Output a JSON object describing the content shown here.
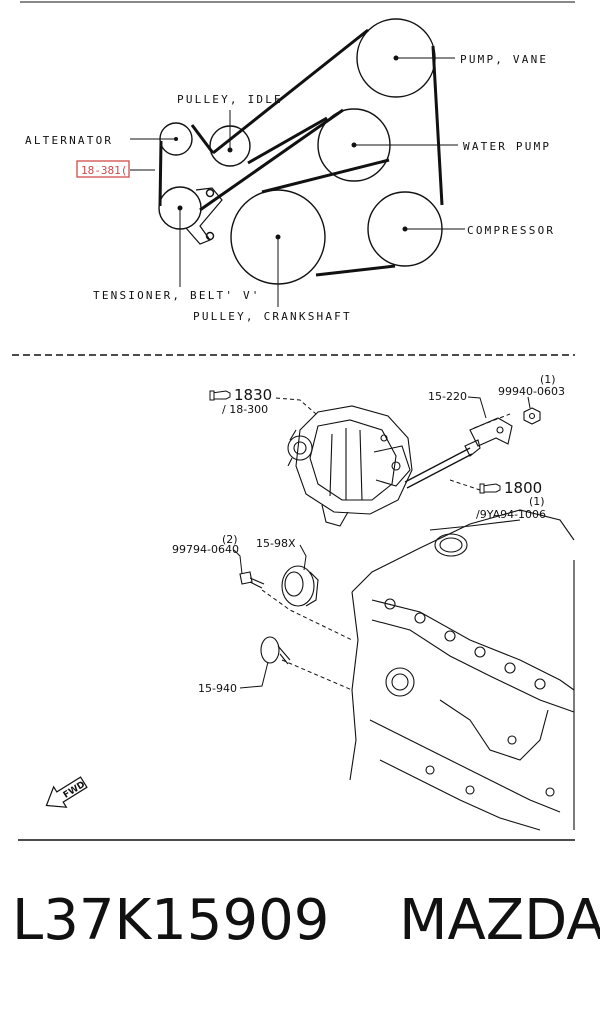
{
  "belt_diagram": {
    "labels": {
      "pump_vane": "PUMP, VANE",
      "pulley_idle": "PULLEY, IDLE",
      "alternator": "ALTERNATOR",
      "water_pump": "WATER PUMP",
      "ref": "18-381(",
      "compressor": "COMPRESSOR",
      "tensioner": "TENSIONER, BELT' V'",
      "crankshaft": "PULLEY, CRANKSHAFT"
    },
    "highlight_color": "#d04a4a"
  },
  "exploded_diagram": {
    "callouts": {
      "c1830": "1830",
      "c18300": "/ 18-300",
      "c15220": "15-220",
      "c99940_qty": "(1)",
      "c99940": "99940-0603",
      "c1800": "1800",
      "c9ya94_qty": "(1)",
      "c9ya94": "/9YA94-1006",
      "c99794_qty": "(2)",
      "c99794": "99794-0640",
      "c1598x": "15-98X",
      "c15940": "15-940",
      "fwd": "FWD"
    }
  },
  "footer": {
    "part_number": "L37K15909",
    "brand": "MAZDA"
  }
}
